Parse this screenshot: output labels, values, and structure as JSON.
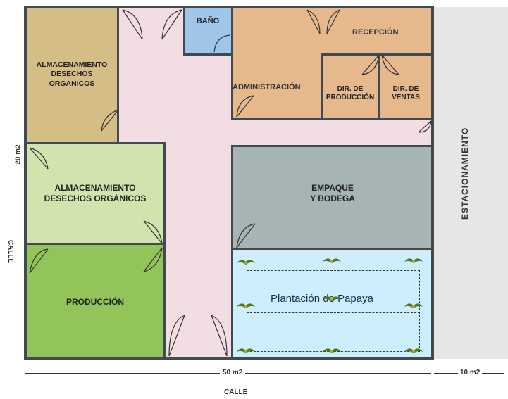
{
  "rooms": {
    "almacen_top": [
      "ALMACENAMIENTO",
      "DESECHOS",
      "ORGÁNICOS"
    ],
    "almacen_mid": [
      "ALMACENAMIENTO",
      "DESECHOS ORGÁNICOS"
    ],
    "produccion": "PRODUCCIÓN",
    "bano": "BAÑO",
    "recepcion": "RECEPCIÓN",
    "administracion": "ADMINISTRACIÓN",
    "dir_produccion": [
      "DIR. DE",
      "PRODUCCIÓN"
    ],
    "dir_ventas": [
      "DIR. DE",
      "VENTAS"
    ],
    "empaque": [
      "EMPAQUE",
      "Y BODEGA"
    ],
    "plantacion": "Plantación de Papaya",
    "estacionamiento": "ESTACIONAMIENTO"
  },
  "labels": {
    "calle_left": "CALLE",
    "calle_bottom": "CALLE",
    "dim_height": "20 m2",
    "dim_width": "50 m2",
    "dim_parking": "10 m2"
  },
  "colors": {
    "tan": "#d5bd86",
    "light_green": "#d2e4ad",
    "green": "#92c45a",
    "peach": "#e5b98c",
    "blue": "#9fc6e8",
    "gray": "#a6b4b3",
    "sky": "#cdeefc",
    "corridor": "#f1dde2",
    "parking": "#e6e6e6"
  },
  "icons": [
    "door-swing-icon",
    "papaya-plant-icon",
    "dimension-arrow-icon"
  ]
}
